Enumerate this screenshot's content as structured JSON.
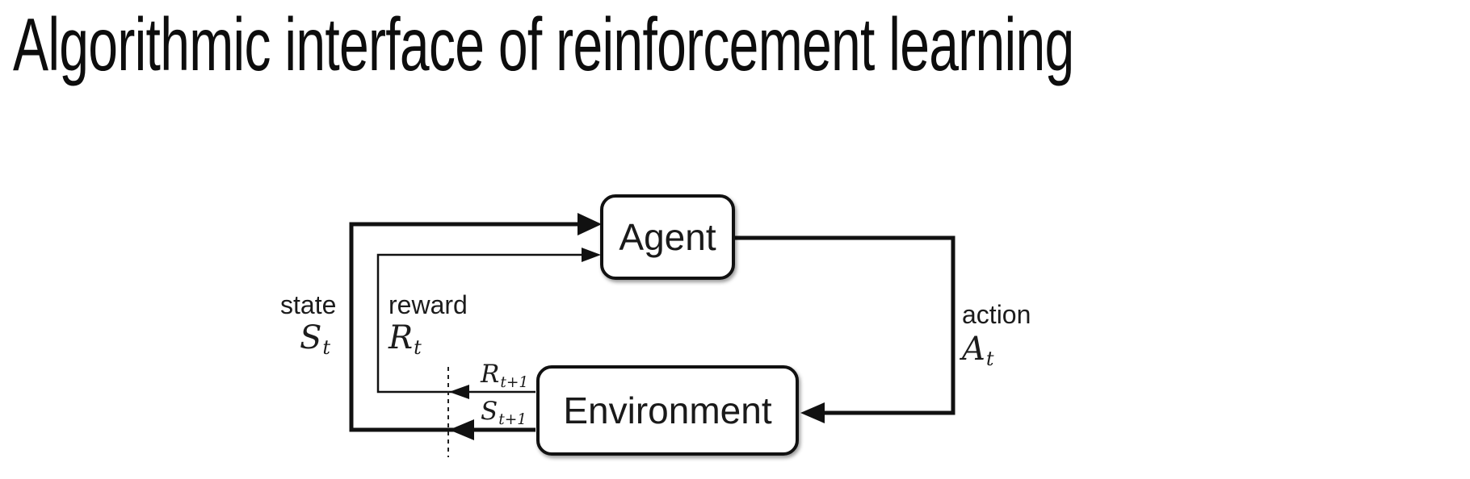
{
  "slide": {
    "title": "Algorithmic interface of reinforcement learning"
  },
  "diagram": {
    "agent": {
      "label": "Agent"
    },
    "environment": {
      "label": "Environment"
    },
    "state": {
      "word": "state",
      "symbol_main": "S",
      "symbol_sub": "t"
    },
    "reward": {
      "word": "reward",
      "symbol_main": "R",
      "symbol_sub": "t"
    },
    "action": {
      "word": "action",
      "symbol_main": "A",
      "symbol_sub": "t"
    },
    "next_reward": {
      "symbol_main": "R",
      "symbol_sub": "t+1"
    },
    "next_state": {
      "symbol_main": "S",
      "symbol_sub": "t+1"
    },
    "colors": {
      "line": "#111111",
      "text": "#1c1c1c",
      "background": "#ffffff"
    }
  }
}
